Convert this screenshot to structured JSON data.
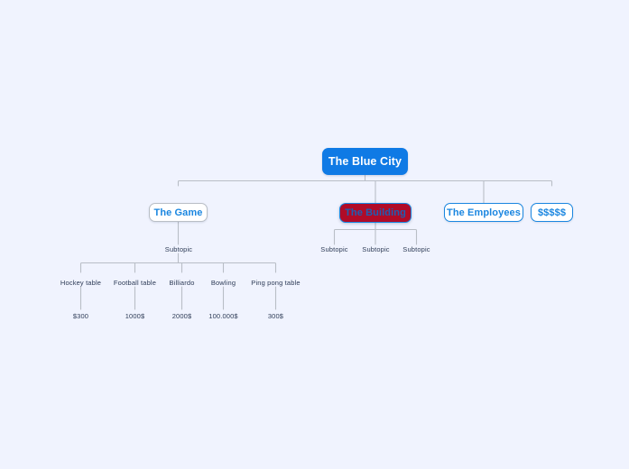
{
  "canvas": {
    "background_color": "#f0f3fe",
    "connector_color": "#b9bec6"
  },
  "mindmap": {
    "root": {
      "label": "The Blue City",
      "fill_color": "#0f7ae5",
      "text_color": "#ffffff"
    },
    "branches": [
      {
        "label": "The Game",
        "style": "plain",
        "text_color": "#1a86e0",
        "child": {
          "label": "Subtopic",
          "leaves": [
            {
              "label": "Hockey table",
              "value": "$300"
            },
            {
              "label": "Football table",
              "value": "1000$"
            },
            {
              "label": "Billiardo",
              "value": "2000$"
            },
            {
              "label": "Bowling",
              "value": "100.000$"
            },
            {
              "label": "Ping pong table",
              "value": "300$"
            }
          ]
        }
      },
      {
        "label": "The Building",
        "style": "selected",
        "fill_color": "#b00b28",
        "text_color": "#1c5fb5",
        "border_color": "#1a86e0",
        "subtopics": [
          "Subtopic",
          "Subtopic",
          "Subtopic"
        ]
      },
      {
        "label": "The Employees",
        "style": "outlined",
        "text_color": "#1a86e0",
        "border_color": "#1a86e0"
      },
      {
        "label": "$$$$$",
        "style": "outlined",
        "text_color": "#1a86e0",
        "border_color": "#1a86e0"
      }
    ]
  }
}
